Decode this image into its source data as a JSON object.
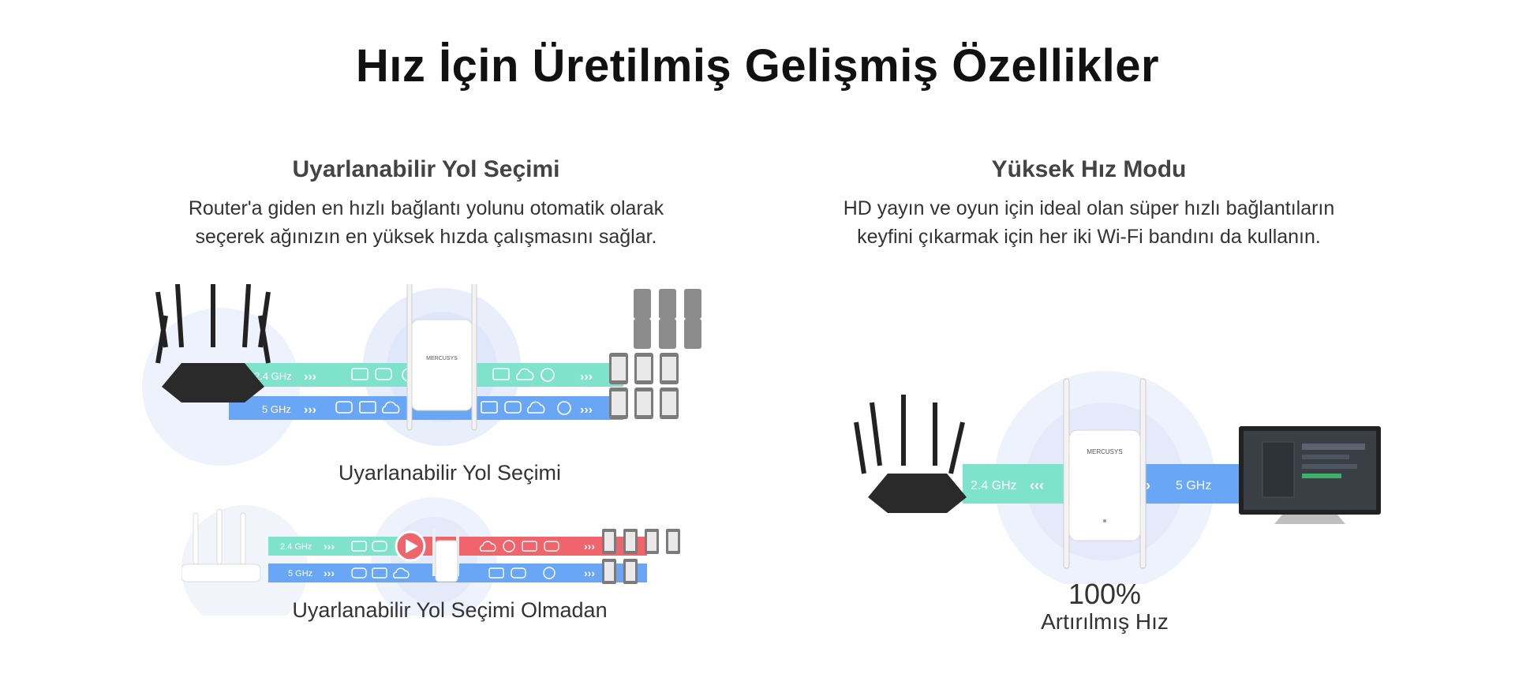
{
  "page": {
    "title": "Hız İçin Üretilmiş Gelişmiş Özellikler"
  },
  "left": {
    "heading": "Uyarlanabilir Yol Seçimi",
    "description_line1": "Router'a giden en hızlı bağlantı yolunu otomatik olarak",
    "description_line2": "seçerek ağınızın en yüksek hızda çalışmasını sağlar.",
    "with_label": "Uyarlanabilir Yol Seçimi",
    "without_label": "Uyarlanabilir Yol Seçimi Olmadan",
    "band_24": "2.4 GHz",
    "band_5": "5 GHz",
    "brand": "MERCUSYS"
  },
  "right": {
    "heading": "Yüksek Hız Modu",
    "description_line1": "HD yayın ve oyun için ideal olan süper hızlı bağlantıların",
    "description_line2": "keyfini çıkarmak için her iki Wi-Fi bandını da kullanın.",
    "band_24": "2.4 GHz",
    "band_5": "5 GHz",
    "percent": "100%",
    "percent_label": "Artırılmış Hız",
    "brand": "MERCUSYS"
  },
  "colors": {
    "band_24": "#7fe3cc",
    "band_5": "#6aa6f6",
    "band_blocked": "#f0656b",
    "halo": "#e8eefc"
  }
}
